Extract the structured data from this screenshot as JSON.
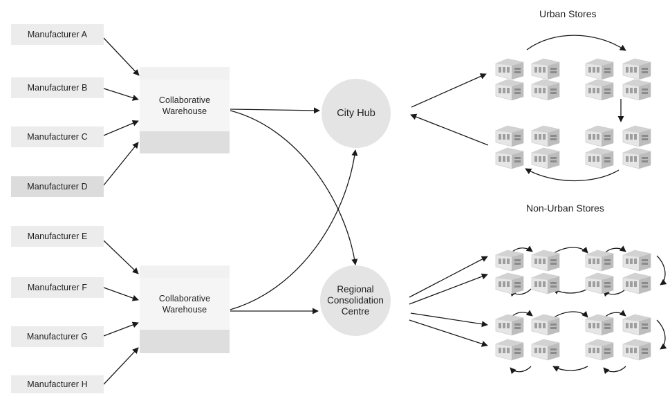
{
  "manufacturers": [
    "Manufacturer A",
    "Manufacturer B",
    "Manufacturer C",
    "Manufacturer D",
    "Manufacturer E",
    "Manufacturer F",
    "Manufacturer G",
    "Manufacturer H"
  ],
  "warehouses": [
    "Collaborative\nWarehouse",
    "Collaborative\nWarehouse"
  ],
  "city_hub": "City Hub",
  "regional_centre": [
    "Regional",
    "Consolidation",
    "Centre"
  ],
  "urban_stores_title": "Urban Stores",
  "non_urban_stores_title": "Non-Urban Stores",
  "icons": [
    "store-building-icon"
  ],
  "colors": {
    "box": "#ececec",
    "box_dark": "#dcdcdc",
    "hub": "#e4e4e4",
    "arrow": "#1a1a1a"
  }
}
